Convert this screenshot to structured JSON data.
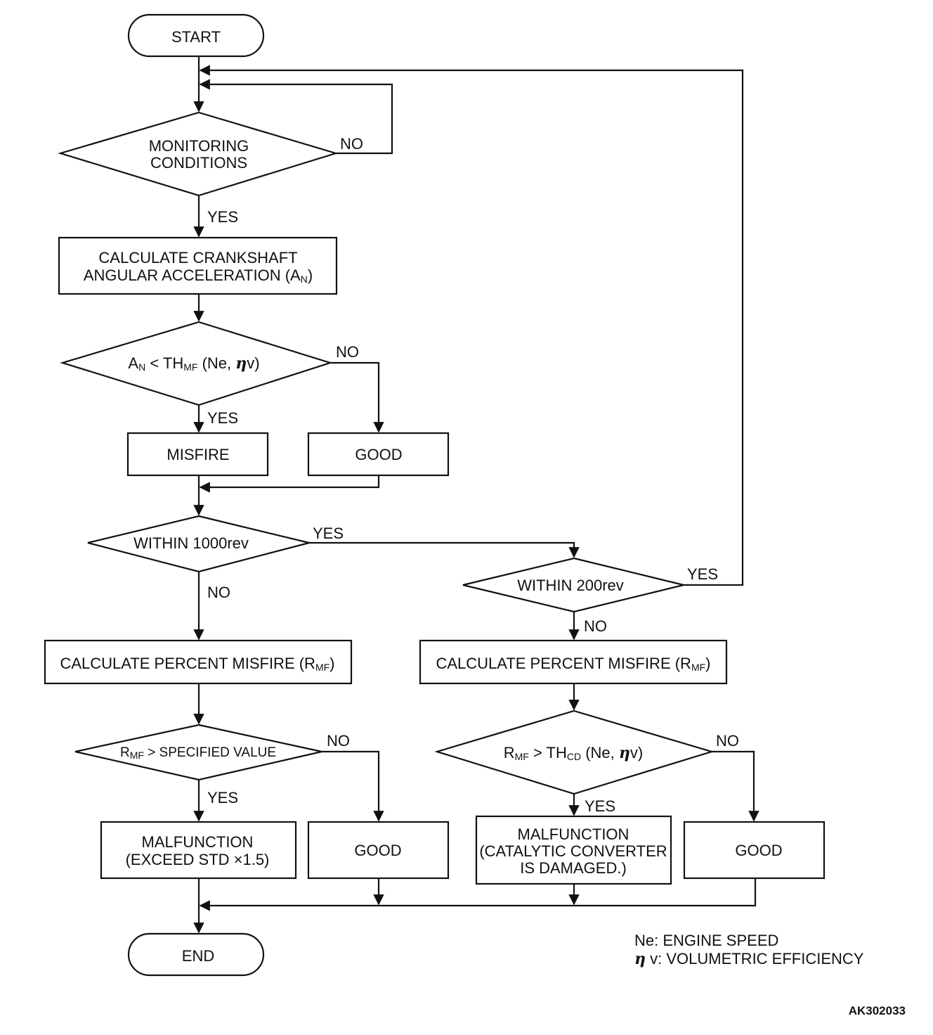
{
  "terminals": {
    "start": "START",
    "end": "END"
  },
  "decisions": {
    "monitoring": [
      "MONITORING",
      "CONDITIONS"
    ],
    "threshold": {
      "a": "A",
      "a_sub": "N",
      "lt": " < TH",
      "th_sub": "MF",
      "args_open": " (Ne, ",
      "eta": "η",
      "args_close": "v)"
    },
    "within_1000": "WITHIN 1000rev",
    "within_200": "WITHIN 200rev",
    "rmf_spec": {
      "r": "R",
      "r_sub": "MF",
      "rest": " > SPECIFIED VALUE"
    },
    "rmf_thcd": {
      "r": "R",
      "r_sub": "MF",
      "gt": " > TH",
      "th_sub": "CD",
      "args_open": " (Ne, ",
      "eta": "η",
      "args_close": "v)"
    }
  },
  "processes": {
    "calc_crank": {
      "line1": "CALCULATE CRANKSHAFT",
      "line2": "ANGULAR ACCELERATION (A",
      "line2_sub": "N",
      "line2_end": ")"
    },
    "misfire": "MISFIRE",
    "good_1": "GOOD",
    "calc_pct_left": {
      "main": "CALCULATE PERCENT MISFIRE (R",
      "sub": "MF",
      "end": ")"
    },
    "calc_pct_right": {
      "main": "CALCULATE PERCENT MISFIRE (R",
      "sub": "MF",
      "end": ")"
    },
    "malfunction_std": [
      "MALFUNCTION",
      "(EXCEED STD  ×1.5)"
    ],
    "good_2": "GOOD",
    "malfunction_cat": [
      "MALFUNCTION",
      "(CATALYTIC CONVERTER",
      "IS DAMAGED.)"
    ],
    "good_3": "GOOD"
  },
  "branch_labels": {
    "yes": "YES",
    "no": "NO"
  },
  "legend": {
    "ne": "Ne: ENGINE SPEED",
    "eta_symbol": "η",
    "eta_text": " v: VOLUMETRIC EFFICIENCY"
  },
  "figure_id": "AK302033"
}
